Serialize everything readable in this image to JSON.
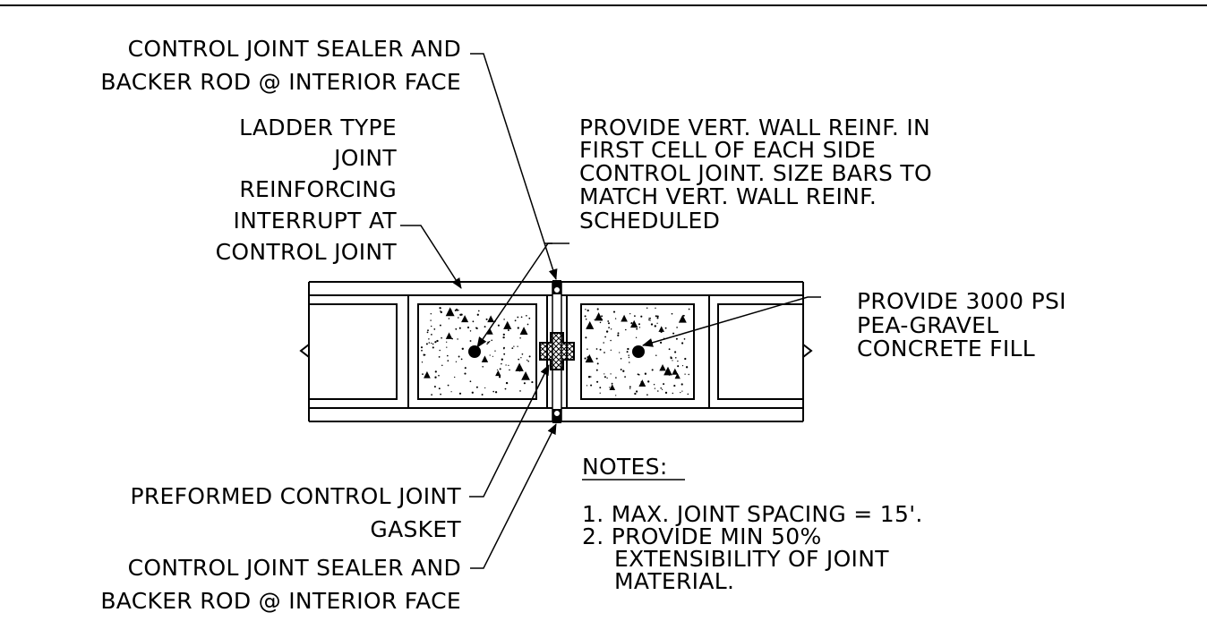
{
  "colors": {
    "ink": "#000000",
    "paper": "#ffffff"
  },
  "callouts": {
    "sealer_top": [
      "CONTROL JOINT SEALER AND",
      "BACKER ROD @ INTERIOR FACE"
    ],
    "ladder": [
      "LADDER TYPE",
      "JOINT",
      "REINFORCING",
      "INTERRUPT AT",
      "CONTROL JOINT"
    ],
    "vert_reinf": [
      "PROVIDE VERT. WALL REINF. IN",
      "FIRST CELL OF EACH SIDE",
      "CONTROL JOINT. SIZE BARS TO",
      "MATCH VERT. WALL REINF.",
      "SCHEDULED"
    ],
    "fill": [
      "PROVIDE 3000 PSI",
      "PEA-GRAVEL",
      "CONCRETE FILL"
    ],
    "gasket": [
      "PREFORMED CONTROL JOINT",
      "GASKET"
    ],
    "sealer_bottom": [
      "CONTROL JOINT SEALER AND",
      "BACKER ROD @ INTERIOR FACE"
    ]
  },
  "notes": {
    "heading": "NOTES:",
    "items": [
      "1. MAX. JOINT SPACING = 15'.",
      "2. PROVIDE MIN 50%",
      "EXTENSIBILITY OF JOINT",
      "MATERIAL."
    ]
  }
}
